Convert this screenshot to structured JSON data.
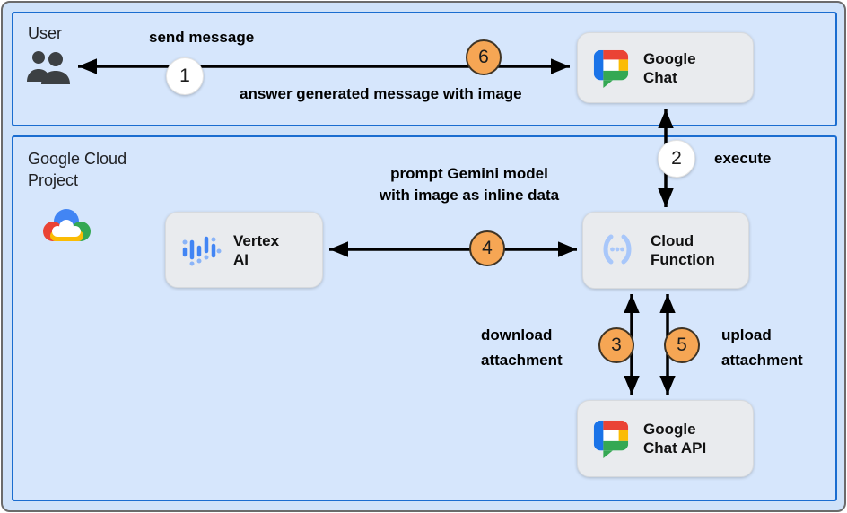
{
  "colors": {
    "canvas_bg": "#cfe2f9",
    "zone_border": "#1a6dd0",
    "zone_bg": "#d6e6fc",
    "node_bg": "#e9ebee",
    "badge_orange": "#f6a654",
    "badge_white": "#ffffff",
    "arrow": "#000000",
    "google_blue": "#4285f4",
    "google_red": "#ea4335",
    "google_yellow": "#fbbc04",
    "google_green": "#34a853",
    "cloud_function_icon_blue": "#a8c7fa"
  },
  "zones": {
    "user": {
      "label": "User"
    },
    "gcp": {
      "label_line1": "Google Cloud",
      "label_line2": "Project"
    }
  },
  "nodes": {
    "google_chat": {
      "line1": "Google",
      "line2": "Chat"
    },
    "vertex_ai": {
      "line1": "Vertex",
      "line2": "AI"
    },
    "cloud_function": {
      "line1": "Cloud",
      "line2": "Function"
    },
    "google_chat_api": {
      "line1": "Google",
      "line2": "Chat API"
    }
  },
  "flows": {
    "send": {
      "badge": "1",
      "label": "send message"
    },
    "answer": {
      "badge": "6",
      "label": "answer generated message with image"
    },
    "execute": {
      "badge": "2",
      "label": "execute"
    },
    "prompt": {
      "badge": "4",
      "label_line1": "prompt Gemini model",
      "label_line2": "with image as inline data"
    },
    "download": {
      "badge": "3",
      "label_line1": "download",
      "label_line2": "attachment"
    },
    "upload": {
      "badge": "5",
      "label_line1": "upload",
      "label_line2": "attachment"
    }
  }
}
